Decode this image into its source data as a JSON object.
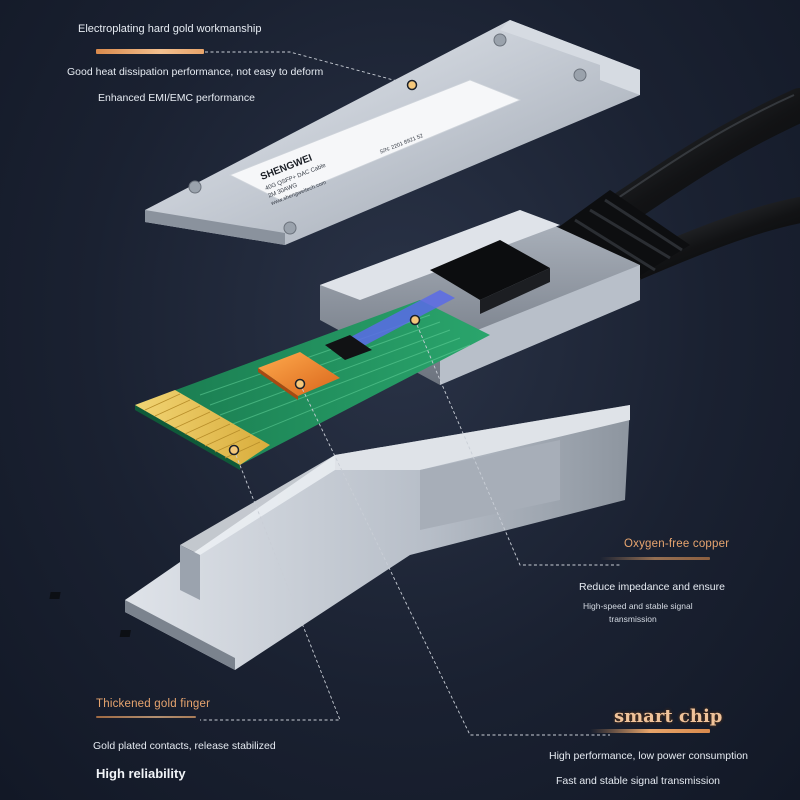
{
  "features": {
    "top": {
      "title": "Electroplating hard gold workmanship",
      "line1": "Good heat dissipation performance, not easy to deform",
      "line2": "Enhanced EMI/EMC performance"
    },
    "copper": {
      "title": "Oxygen-free copper",
      "line1": "Reduce impedance and ensure",
      "line2": "High-speed and stable signal",
      "line3": "transmission"
    },
    "finger": {
      "title": "Thickened gold finger",
      "line1": "Gold plated contacts, release stabilized",
      "line2": "High reliability"
    },
    "chip": {
      "title": "smart chip",
      "line1": "High performance, low power consumption",
      "line2": "Fast and stable signal transmission"
    }
  },
  "label": {
    "brand": "SHENGWEI",
    "line1": "40G QSFP+ DAC Cable",
    "line2": "2M  30AWG",
    "line3": "www.shengweitech.com",
    "code": "S/N: 2201 8921 52"
  },
  "colors": {
    "accent": "#e7a46a",
    "pcb": "#1f8a5a",
    "gold": "#e9c35a",
    "chip": "#f08a2a",
    "metal": "#c9ced6"
  }
}
